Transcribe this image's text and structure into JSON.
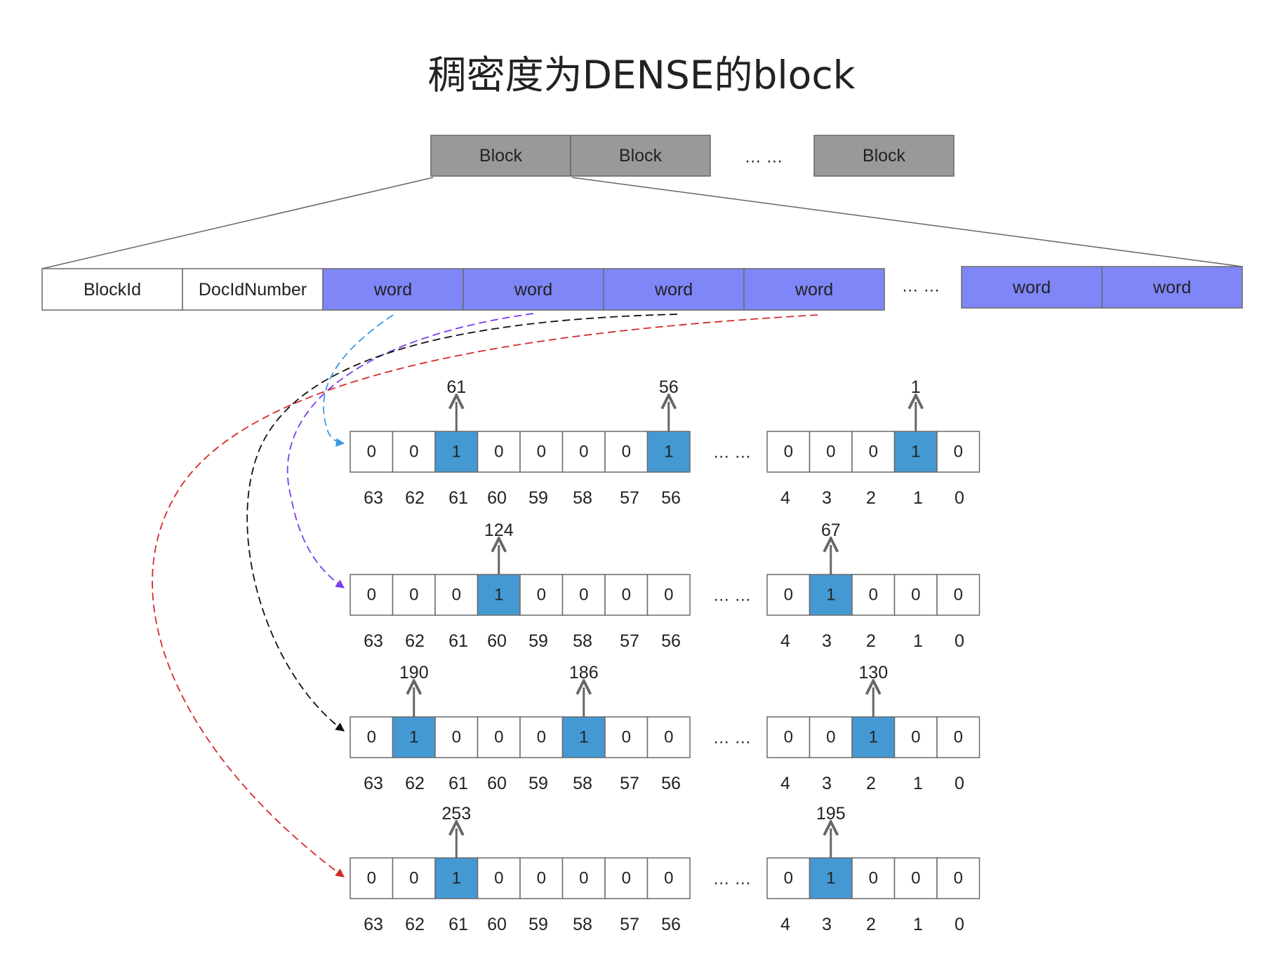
{
  "title": "稠密度为DENSE的block",
  "colors": {
    "block_fill": "#999999",
    "block_stroke": "#666666",
    "word_fill": "#7f86f7",
    "word_stroke": "#6a6a6a",
    "bit_set_fill": "#4499d3",
    "arrow_color": "#666666",
    "connector_blue": "#3b9ae1",
    "connector_purple": "#7b3cf0",
    "connector_black": "#111111",
    "connector_red": "#d42a2a"
  },
  "top_row": {
    "blocks": [
      "Block",
      "Block",
      "Block"
    ],
    "ellipsis": "… …"
  },
  "detail_row": {
    "header_fields": [
      "BlockId",
      "DocIdNumber"
    ],
    "words_left": [
      "word",
      "word",
      "word",
      "word"
    ],
    "ellipsis": "… …",
    "words_right": [
      "word",
      "word"
    ]
  },
  "bitmap_rows": [
    {
      "connector": "blue",
      "left_bits": [
        "0",
        "0",
        "1",
        "0",
        "0",
        "0",
        "0",
        "1"
      ],
      "right_bits": [
        "0",
        "0",
        "0",
        "1",
        "0"
      ],
      "left_indices": [
        "63",
        "62",
        "61",
        "60",
        "59",
        "58",
        "57",
        "56"
      ],
      "right_indices": [
        "4",
        "3",
        "2",
        "1",
        "0"
      ],
      "ellipsis": "… …",
      "pointers": [
        {
          "side": "left",
          "slot": 2,
          "label": "61"
        },
        {
          "side": "left",
          "slot": 7,
          "label": "56"
        },
        {
          "side": "right",
          "slot": 3,
          "label": "1"
        }
      ]
    },
    {
      "connector": "purple",
      "left_bits": [
        "0",
        "0",
        "0",
        "1",
        "0",
        "0",
        "0",
        "0"
      ],
      "right_bits": [
        "0",
        "1",
        "0",
        "0",
        "0"
      ],
      "left_indices": [
        "63",
        "62",
        "61",
        "60",
        "59",
        "58",
        "57",
        "56"
      ],
      "right_indices": [
        "4",
        "3",
        "2",
        "1",
        "0"
      ],
      "ellipsis": "… …",
      "pointers": [
        {
          "side": "left",
          "slot": 3,
          "label": "124"
        },
        {
          "side": "right",
          "slot": 1,
          "label": "67"
        }
      ]
    },
    {
      "connector": "black",
      "left_bits": [
        "0",
        "1",
        "0",
        "0",
        "0",
        "1",
        "0",
        "0"
      ],
      "right_bits": [
        "0",
        "0",
        "1",
        "0",
        "0"
      ],
      "left_indices": [
        "63",
        "62",
        "61",
        "60",
        "59",
        "58",
        "57",
        "56"
      ],
      "right_indices": [
        "4",
        "3",
        "2",
        "1",
        "0"
      ],
      "ellipsis": "… …",
      "pointers": [
        {
          "side": "left",
          "slot": 1,
          "label": "190"
        },
        {
          "side": "left",
          "slot": 5,
          "label": "186"
        },
        {
          "side": "right",
          "slot": 2,
          "label": "130"
        }
      ]
    },
    {
      "connector": "red",
      "left_bits": [
        "0",
        "0",
        "1",
        "0",
        "0",
        "0",
        "0",
        "0"
      ],
      "right_bits": [
        "0",
        "1",
        "0",
        "0",
        "0"
      ],
      "left_indices": [
        "63",
        "62",
        "61",
        "60",
        "59",
        "58",
        "57",
        "56"
      ],
      "right_indices": [
        "4",
        "3",
        "2",
        "1",
        "0"
      ],
      "ellipsis": "… …",
      "pointers": [
        {
          "side": "left",
          "slot": 2,
          "label": "253"
        },
        {
          "side": "right",
          "slot": 1,
          "label": "195"
        }
      ]
    }
  ]
}
